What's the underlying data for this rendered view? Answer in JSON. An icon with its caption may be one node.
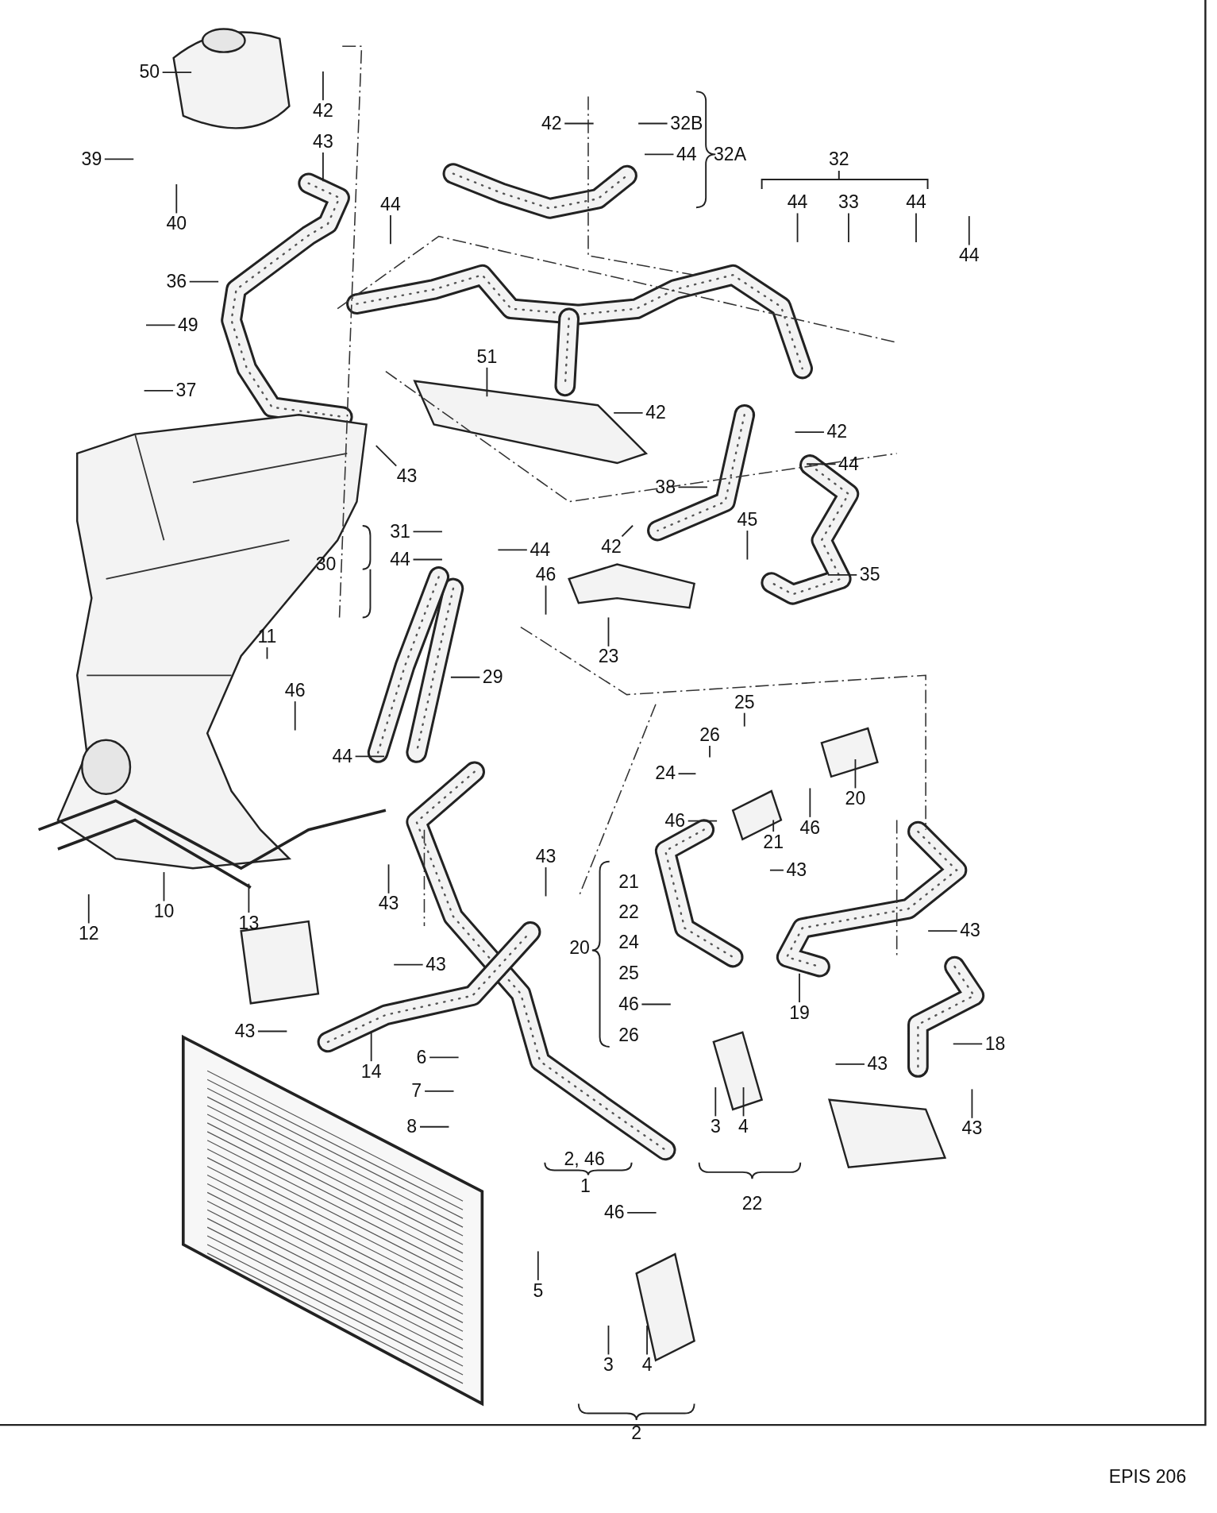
{
  "diagram": {
    "nodes": [
      {
        "text": [
          "50"
        ]
      },
      {
        "text": [
          "42"
        ]
      },
      {
        "text": [
          "43"
        ]
      },
      {
        "text": [
          "39"
        ]
      },
      {
        "text": [
          "40"
        ]
      },
      {
        "text": [
          "44"
        ]
      },
      {
        "text": [
          "42"
        ]
      },
      {
        "text": [
          "32B"
        ]
      },
      {
        "text": [
          "44"
        ]
      },
      {
        "text": [
          "44"
        ]
      },
      {
        "text": [
          "33"
        ]
      },
      {
        "text": [
          "44"
        ]
      },
      {
        "text": [
          "44"
        ]
      },
      {
        "text": [
          "36"
        ]
      },
      {
        "text": [
          "49"
        ]
      },
      {
        "text": [
          "51"
        ]
      },
      {
        "text": [
          "37"
        ]
      },
      {
        "text": [
          "42"
        ]
      },
      {
        "text": [
          "42"
        ]
      },
      {
        "text": [
          "44"
        ]
      },
      {
        "text": [
          "43"
        ]
      },
      {
        "text": [
          "38"
        ]
      },
      {
        "text": [
          "31"
        ]
      },
      {
        "text": [
          "45"
        ]
      },
      {
        "text": [
          "42"
        ]
      },
      {
        "text": [
          "44"
        ]
      },
      {
        "text": [
          "44"
        ]
      },
      {
        "text": [
          "35"
        ]
      },
      {
        "text": [
          "46"
        ]
      },
      {
        "text": [
          "11"
        ]
      },
      {
        "text": [
          "23"
        ]
      },
      {
        "text": [
          "29"
        ]
      },
      {
        "text": [
          "46"
        ]
      },
      {
        "text": [
          "25"
        ]
      },
      {
        "text": [
          "26"
        ]
      },
      {
        "text": [
          "44"
        ]
      },
      {
        "text": [
          "24"
        ]
      },
      {
        "text": [
          "20"
        ]
      },
      {
        "text": [
          "46"
        ]
      },
      {
        "text": [
          "46"
        ]
      },
      {
        "text": [
          "21"
        ]
      },
      {
        "text": [
          "43"
        ]
      },
      {
        "text": [
          "43"
        ]
      },
      {
        "text": [
          "43"
        ]
      },
      {
        "text": [
          "10"
        ]
      },
      {
        "text": [
          "13"
        ]
      },
      {
        "text": [
          "12"
        ]
      },
      {
        "text": [
          "43"
        ]
      },
      {
        "text": [
          "43"
        ]
      },
      {
        "text": [
          "46"
        ]
      },
      {
        "text": [
          "19"
        ]
      },
      {
        "text": [
          "43"
        ]
      },
      {
        "text": [
          "18"
        ]
      },
      {
        "text": [
          "6"
        ]
      },
      {
        "text": [
          "43"
        ]
      },
      {
        "text": [
          "14"
        ]
      },
      {
        "text": [
          "7"
        ]
      },
      {
        "text": [
          "8"
        ]
      },
      {
        "text": [
          "3"
        ]
      },
      {
        "text": [
          "4"
        ]
      },
      {
        "text": [
          "43"
        ]
      },
      {
        "text": [
          "46"
        ]
      },
      {
        "text": [
          "5"
        ]
      },
      {
        "text": [
          "3"
        ]
      },
      {
        "text": [
          "4"
        ]
      }
    ],
    "edges": [
      {
        "from": 0,
        "to": null,
        "arrow": "none"
      },
      {
        "from": 1,
        "to": null,
        "arrow": "none"
      },
      {
        "from": 2,
        "to": null,
        "arrow": "none"
      },
      {
        "from": 3,
        "to": null,
        "arrow": "none"
      },
      {
        "from": 4,
        "to": null,
        "arrow": "none"
      },
      {
        "from": 5,
        "to": null,
        "arrow": "none"
      },
      {
        "from": 6,
        "to": null,
        "arrow": "none"
      },
      {
        "from": 7,
        "to": null,
        "arrow": "none"
      },
      {
        "from": 8,
        "to": null,
        "arrow": "none"
      },
      {
        "from": 9,
        "to": null,
        "arrow": "none"
      },
      {
        "from": 10,
        "to": null,
        "arrow": "none"
      },
      {
        "from": 11,
        "to": null,
        "arrow": "none"
      },
      {
        "from": 12,
        "to": null,
        "arrow": "none"
      },
      {
        "from": 13,
        "to": null,
        "arrow": "none"
      },
      {
        "from": 14,
        "to": null,
        "arrow": "none"
      },
      {
        "from": 15,
        "to": null,
        "arrow": "none"
      },
      {
        "from": 16,
        "to": null,
        "arrow": "none"
      },
      {
        "from": 17,
        "to": null,
        "arrow": "none"
      },
      {
        "from": 18,
        "to": null,
        "arrow": "none"
      },
      {
        "from": 19,
        "to": null,
        "arrow": "none"
      },
      {
        "from": 20,
        "to": null,
        "arrow": "none"
      },
      {
        "from": 21,
        "to": null,
        "arrow": "none"
      },
      {
        "from": 22,
        "to": null,
        "arrow": "none"
      },
      {
        "from": 23,
        "to": null,
        "arrow": "none"
      },
      {
        "from": 24,
        "to": null,
        "arrow": "none"
      },
      {
        "from": 25,
        "to": null,
        "arrow": "none"
      },
      {
        "from": 26,
        "to": null,
        "arrow": "none"
      },
      {
        "from": 27,
        "to": null,
        "arrow": "none"
      },
      {
        "from": 28,
        "to": null,
        "arrow": "none"
      },
      {
        "from": 29,
        "to": null,
        "arrow": "none"
      },
      {
        "from": 30,
        "to": null,
        "arrow": "none"
      },
      {
        "from": 31,
        "to": null,
        "arrow": "none"
      },
      {
        "from": 32,
        "to": null,
        "arrow": "none"
      },
      {
        "from": 33,
        "to": null,
        "arrow": "none"
      },
      {
        "from": 34,
        "to": null,
        "arrow": "none"
      },
      {
        "from": 35,
        "to": null,
        "arrow": "none"
      },
      {
        "from": 36,
        "to": null,
        "arrow": "none"
      },
      {
        "from": 37,
        "to": null,
        "arrow": "none"
      },
      {
        "from": 38,
        "to": null,
        "arrow": "none"
      },
      {
        "from": 39,
        "to": null,
        "arrow": "none"
      },
      {
        "from": 40,
        "to": null,
        "arrow": "none"
      },
      {
        "from": 41,
        "to": null,
        "arrow": "none"
      },
      {
        "from": 42,
        "to": null,
        "arrow": "none"
      },
      {
        "from": 43,
        "to": null,
        "arrow": "none"
      },
      {
        "from": 44,
        "to": null,
        "arrow": "none"
      },
      {
        "from": 45,
        "to": null,
        "arrow": "none"
      },
      {
        "from": 46,
        "to": null,
        "arrow": "none"
      },
      {
        "from": 47,
        "to": null,
        "arrow": "none"
      },
      {
        "from": 48,
        "to": null,
        "arrow": "none"
      },
      {
        "from": 49,
        "to": null,
        "arrow": "none"
      },
      {
        "from": 50,
        "to": null,
        "arrow": "none"
      },
      {
        "from": 51,
        "to": null,
        "arrow": "none"
      },
      {
        "from": 52,
        "to": null,
        "arrow": "none"
      },
      {
        "from": 53,
        "to": null,
        "arrow": "none"
      },
      {
        "from": 54,
        "to": null,
        "arrow": "none"
      },
      {
        "from": 55,
        "to": null,
        "arrow": "none"
      },
      {
        "from": 56,
        "to": null,
        "arrow": "none"
      },
      {
        "from": 57,
        "to": null,
        "arrow": "none"
      },
      {
        "from": 58,
        "to": null,
        "arrow": "none"
      },
      {
        "from": 59,
        "to": null,
        "arrow": "none"
      },
      {
        "from": 60,
        "to": null,
        "arrow": "none"
      },
      {
        "from": 61,
        "to": null,
        "arrow": "none"
      },
      {
        "from": 62,
        "to": null,
        "arrow": "none"
      },
      {
        "from": 63,
        "to": null,
        "arrow": "none"
      },
      {
        "from": 64,
        "to": null,
        "arrow": "none"
      }
    ],
    "labels": [
      "32A",
      "32",
      "30",
      "21",
      "22",
      "24",
      "20",
      "25",
      "26",
      "2, 46",
      "1",
      "22",
      "2",
      "EPIS 206"
    ]
  }
}
